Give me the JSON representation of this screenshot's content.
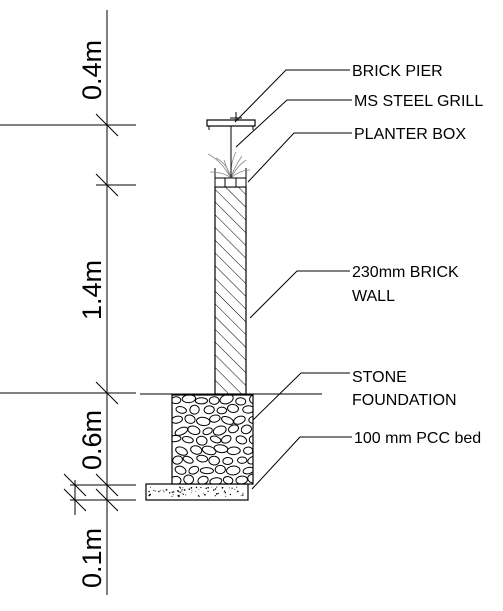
{
  "dimensions": {
    "pier_height": "0.4m",
    "wall_height": "1.4m",
    "foundation_height": "0.6m",
    "bed_height": "0.1m"
  },
  "labels": {
    "brick_pier": "BRICK PIER",
    "ms_steel_grill": "MS STEEL GRILL",
    "planter_box": "PLANTER BOX",
    "brick_wall_line1": "230mm BRICK",
    "brick_wall_line2": "WALL",
    "stone_foundation_line1": "STONE",
    "stone_foundation_line2": "FOUNDATION",
    "pcc_bed": "100 mm PCC bed"
  },
  "colors": {
    "line": "#000000",
    "background": "#ffffff",
    "planter": "#888888"
  }
}
